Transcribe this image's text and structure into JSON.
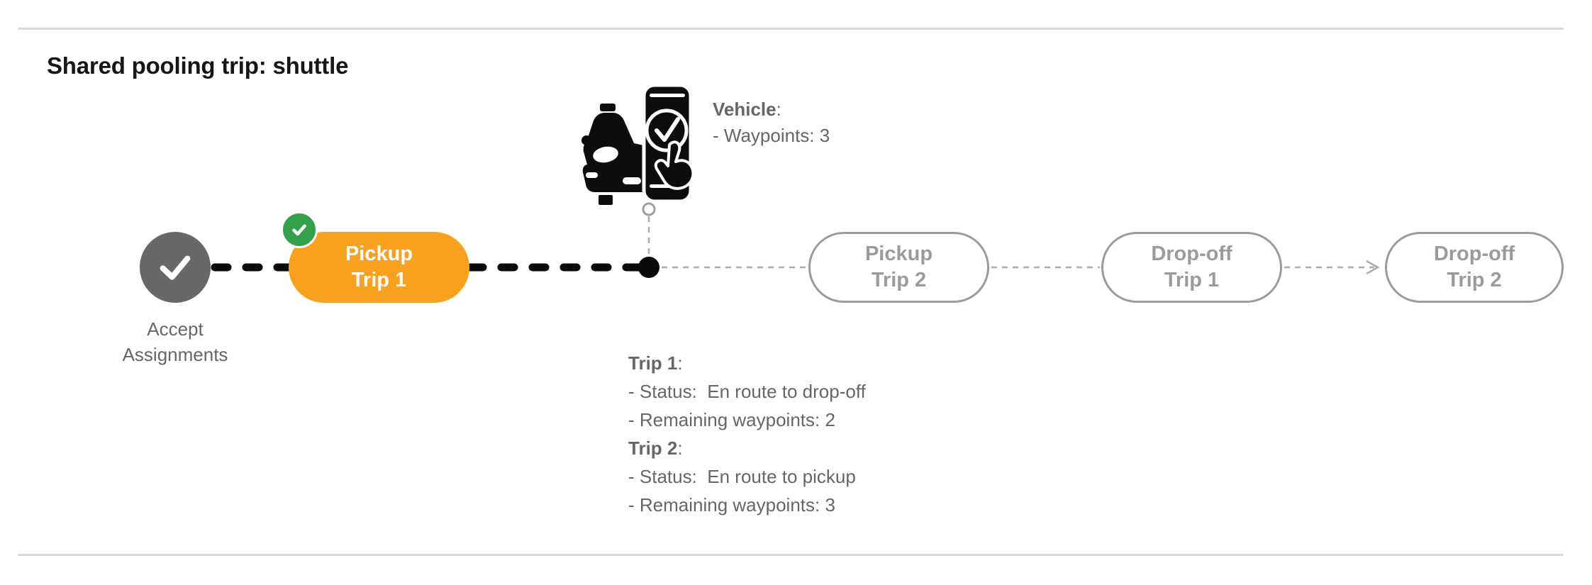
{
  "header": {
    "title": "Shared pooling trip: shuttle"
  },
  "timeline": {
    "accept_node": {
      "label_line1": "Accept",
      "label_line2": "Assignments"
    },
    "pills": [
      {
        "line1": "Pickup",
        "line2": "Trip 1",
        "state": "active",
        "completed_badge": true
      },
      {
        "line1": "Pickup",
        "line2": "Trip 2",
        "state": "pending"
      },
      {
        "line1": "Drop-off",
        "line2": "Trip 1",
        "state": "pending"
      },
      {
        "line1": "Drop-off",
        "line2": "Trip 2",
        "state": "pending"
      }
    ]
  },
  "vehicle_info": {
    "label": "Vehicle",
    "colon": ":",
    "detail": "- Waypoints: 3"
  },
  "trip_info": [
    {
      "label": "Trip 1",
      "colon": ":",
      "status": "- Status:  En route to drop-off",
      "remaining": "- Remaining waypoints: 2"
    },
    {
      "label": "Trip 2",
      "colon": ":",
      "status": "- Status:  En route to pickup",
      "remaining": "- Remaining waypoints: 3"
    }
  ],
  "colors": {
    "orange": "#F7A11E",
    "green": "#34A04C",
    "node_gray": "#686868",
    "pill_gray": "#9B9B9B",
    "text_gray": "#666666",
    "rule_gray": "#D8D8D8",
    "black": "#0A0A0A"
  }
}
